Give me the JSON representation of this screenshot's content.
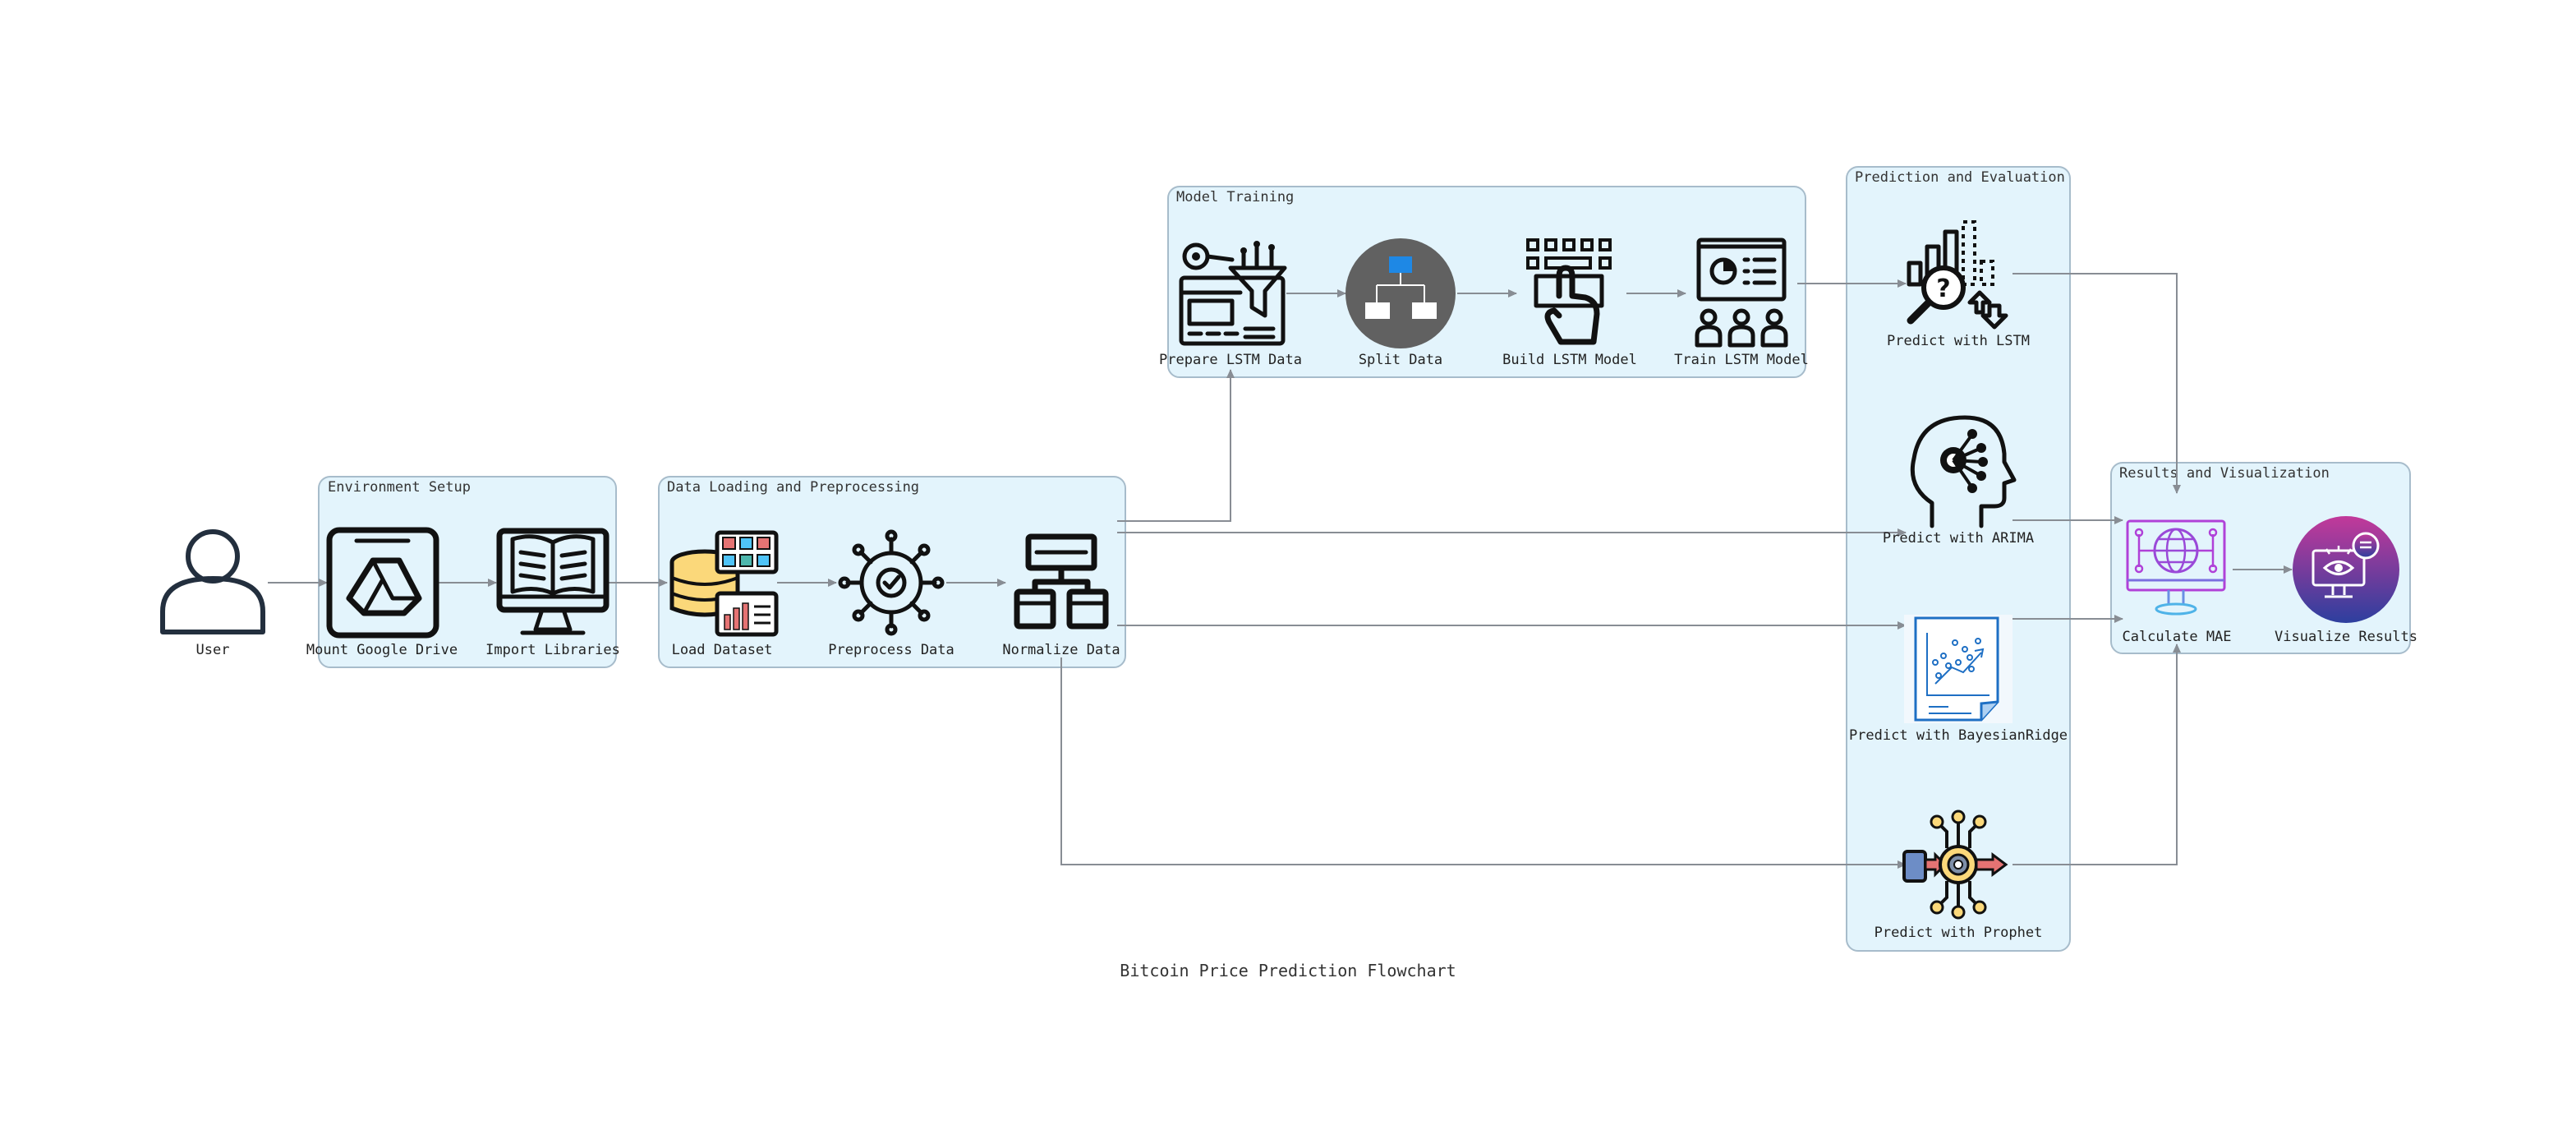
{
  "title": "Bitcoin Price Prediction Flowchart",
  "groups": {
    "environment": "Environment Setup",
    "data_loading": "Data Loading and Preprocessing",
    "model_training": "Model Training",
    "prediction": "Prediction and Evaluation",
    "results": "Results and Visualization"
  },
  "nodes": {
    "user": "User",
    "mount_drive": "Mount Google Drive",
    "import_libs": "Import Libraries",
    "load_dataset": "Load Dataset",
    "preprocess": "Preprocess Data",
    "normalize": "Normalize Data",
    "prepare_lstm": "Prepare LSTM Data",
    "split_data": "Split Data",
    "build_lstm": "Build LSTM Model",
    "train_lstm": "Train LSTM Model",
    "predict_lstm": "Predict with LSTM",
    "predict_arima": "Predict with ARIMA",
    "predict_bayes": "Predict with BayesianRidge",
    "predict_prophet": "Predict with Prophet",
    "calc_mae": "Calculate MAE",
    "visualize": "Visualize Results"
  },
  "icons": {
    "user": "user-icon",
    "mount_drive": "google-drive-icon",
    "import_libs": "open-book-monitor-icon",
    "load_dataset": "database-chart-icon",
    "preprocess": "gear-check-icon",
    "normalize": "hierarchy-icon",
    "prepare_lstm": "data-filter-icon",
    "split_data": "split-tree-icon",
    "build_lstm": "keyboard-touch-icon",
    "train_lstm": "presentation-class-icon",
    "predict_lstm": "chart-search-icon",
    "predict_arima": "ai-head-icon",
    "predict_bayes": "scatter-report-icon",
    "predict_prophet": "chip-gear-icon",
    "calc_mae": "globe-monitor-icon",
    "visualize": "eye-monitor-icon"
  },
  "colors": {
    "group_fill": "#e3f4fc",
    "group_stroke": "#a7bccb",
    "edge": "#888d94",
    "split_circle": "#616161",
    "split_accent": "#1e88e5",
    "visualize_gradient_top": "#c2399a",
    "visualize_gradient_bottom": "#2d3f9e",
    "mae_stroke": "#b041d8"
  }
}
